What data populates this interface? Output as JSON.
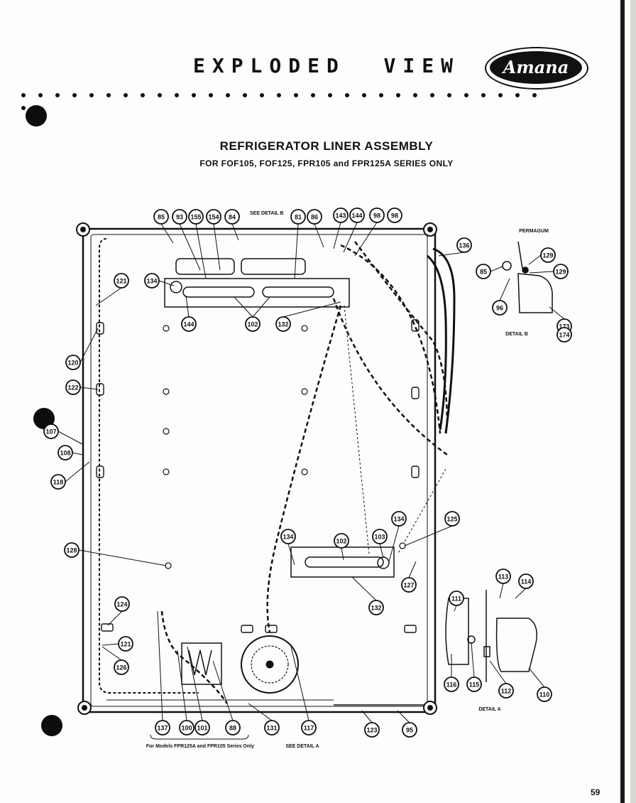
{
  "header": {
    "title": "EXPLODED  VIEW",
    "logo_text": "Amana"
  },
  "section": {
    "title": "REFRIGERATOR LINER ASSEMBLY",
    "subtitle": "FOR FOF105, FOF125, FPR105 and FPR125A SERIES ONLY"
  },
  "notes": {
    "see_detail_b": "SEE DETAIL B",
    "see_detail_a": "SEE DETAIL A",
    "models_note": "For Models FPR125A and FPR105 Series Only",
    "permagum": "PERMAGUM",
    "detail_a": "DETAIL A",
    "detail_b": "DETAIL B"
  },
  "callouts": [
    "85",
    "93",
    "155",
    "154",
    "84",
    "81",
    "86",
    "143",
    "144",
    "98",
    "98",
    "136",
    "121",
    "134",
    "144",
    "102",
    "132",
    "120",
    "122",
    "107",
    "108",
    "118",
    "128",
    "124",
    "121",
    "126",
    "137",
    "100",
    "101",
    "88",
    "131",
    "117",
    "123",
    "95",
    "134",
    "102",
    "103",
    "134",
    "125",
    "127",
    "132",
    "111",
    "113",
    "114",
    "116",
    "115",
    "112",
    "110",
    "85",
    "129",
    "129",
    "96",
    "173",
    "174"
  ],
  "page_number": "59"
}
